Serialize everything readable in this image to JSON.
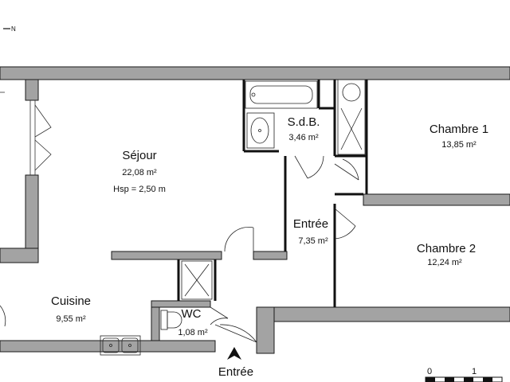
{
  "compass": {
    "label": "N"
  },
  "rooms": {
    "sejour": {
      "name": "Séjour",
      "area": "22,08 m²",
      "height": "Hsp = 2,50 m"
    },
    "sdb": {
      "name": "S.d.B.",
      "area": "3,46 m²"
    },
    "chambre1": {
      "name": "Chambre 1",
      "area": "13,85 m²"
    },
    "entree": {
      "name": "Entrée",
      "area": "7,35 m²"
    },
    "chambre2": {
      "name": "Chambre 2",
      "area": "12,24 m²"
    },
    "cuisine": {
      "name": "Cuisine",
      "area": "9,55 m²"
    },
    "wc": {
      "name": "WC",
      "area": "1,08 m²"
    }
  },
  "entrance": {
    "label": "Entrée"
  },
  "scale": {
    "start": "0",
    "end": "1"
  },
  "colors": {
    "wall": "#a3a3a3",
    "wall_outline": "#1a1a1a",
    "background": "#ffffff"
  },
  "icons": [
    "north-arrow-icon",
    "entrance-arrow-icon",
    "bathtub-icon",
    "washbasin-icon",
    "toilet-icon",
    "sink-icon",
    "closet-icon"
  ]
}
